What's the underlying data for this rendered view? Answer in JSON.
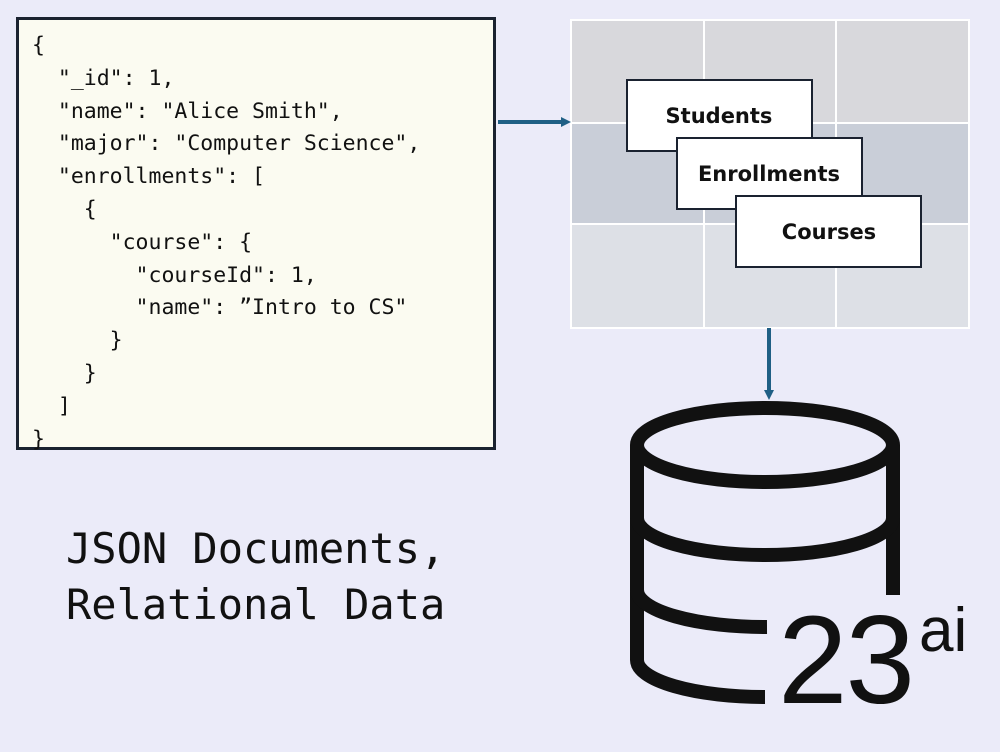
{
  "json_document": {
    "lines": [
      "{",
      "  \"_id\": 1,",
      "  \"name\": \"Alice Smith\",",
      "  \"major\": \"Computer Science\",",
      "  \"enrollments\": [",
      "    {",
      "      \"course\": {",
      "        \"courseId\": 1,",
      "        \"name\": ”Intro to CS\"",
      "      }",
      "    }",
      "  ]",
      "}"
    ]
  },
  "tables": {
    "students": "Students",
    "enrollments": "Enrollments",
    "courses": "Courses"
  },
  "caption": {
    "line1": "JSON Documents,",
    "line2": "Relational Data"
  },
  "database": {
    "version": "23",
    "suffix": "ai"
  },
  "colors": {
    "background": "#ebebf9",
    "arrow": "#1f5f85",
    "json_box_fill": "#fbfbf1",
    "json_box_border": "#1a2230",
    "grid_row_1": "#d8d8dc",
    "grid_row_2": "#c9ced8",
    "grid_row_3": "#dde0e6"
  }
}
